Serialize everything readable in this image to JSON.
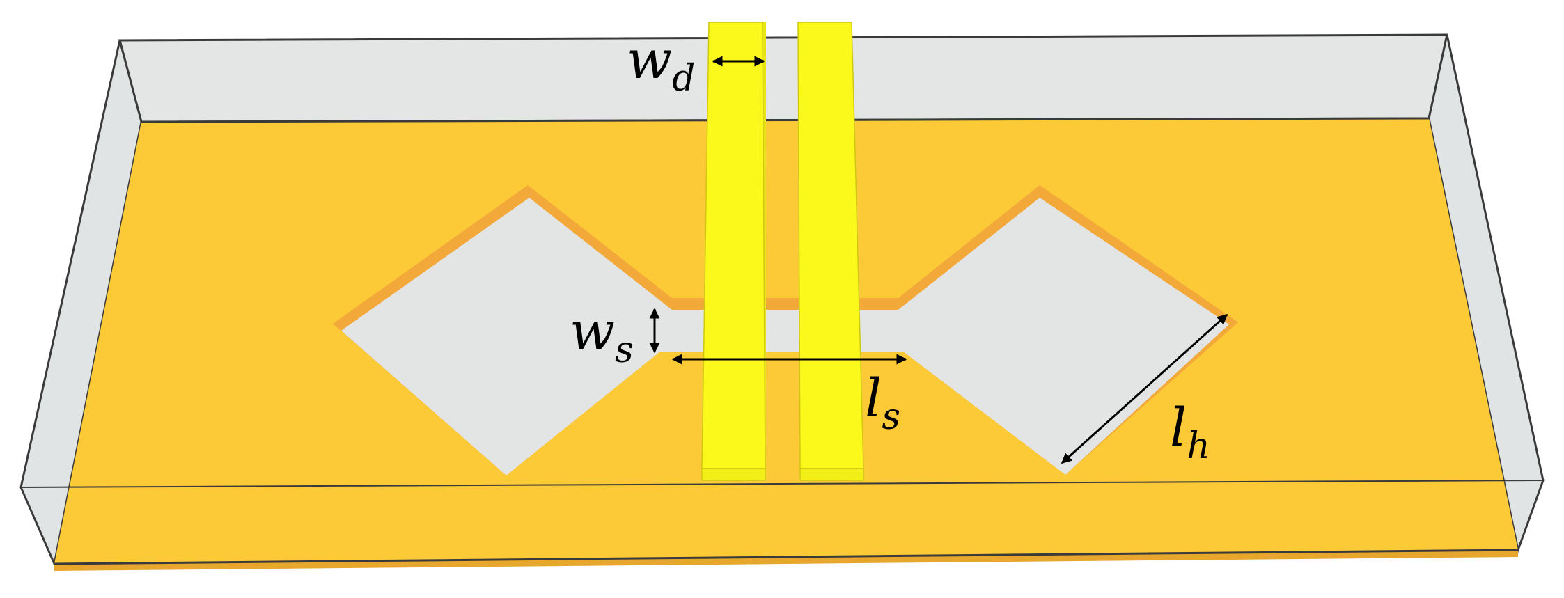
{
  "labels": {
    "wd": {
      "main": "w",
      "sub": "d"
    },
    "ws": {
      "main": "w",
      "sub": "s"
    },
    "ls": {
      "main": "l",
      "sub": "s"
    },
    "lh": {
      "main": "l",
      "sub": "h"
    }
  },
  "colors": {
    "ground_plane": "#FCC937",
    "ground_edge": "#E6A72C",
    "slot_cutout": "#E3E5E5",
    "substrate_wall": "#E4E6E6",
    "substrate_outline": "#3A3A3A",
    "strip_line": "#FBF81C",
    "strip_side": "#E7E515",
    "arrow": "#000000"
  }
}
